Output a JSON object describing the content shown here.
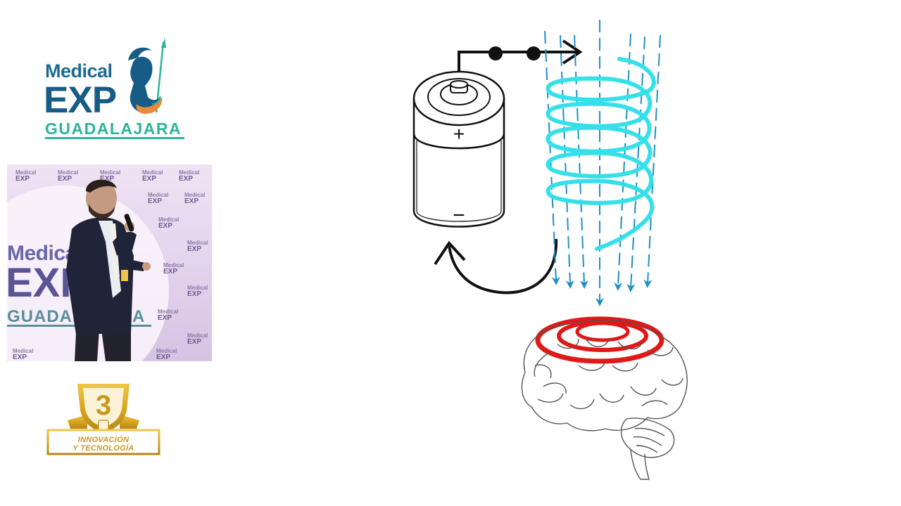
{
  "logo": {
    "line1": "Medical",
    "line2": "EXP",
    "line3": "GUADALAJARA",
    "colors": {
      "blue": "#175c86",
      "teal": "#2bb59a",
      "orange": "#e9893a"
    }
  },
  "video": {
    "backdrop_line1": "Medical",
    "backdrop_line2": "EXP",
    "backdrop_line3": "GUADALAJARA"
  },
  "badge": {
    "number": "3",
    "line1": "INNOVACIÓN",
    "line2": "Y TECNOLOGÍA",
    "color": "#c79a1f"
  },
  "diagram": {
    "battery_plus": "+",
    "battery_minus": "−",
    "colors": {
      "coil": "#36e0ea",
      "field_lines": "#1e90c8",
      "eddy_rings": "#e01818",
      "outline": "#111111",
      "brain": "#555555"
    },
    "icons": [
      "battery-icon",
      "coil-icon",
      "brain-icon"
    ]
  }
}
